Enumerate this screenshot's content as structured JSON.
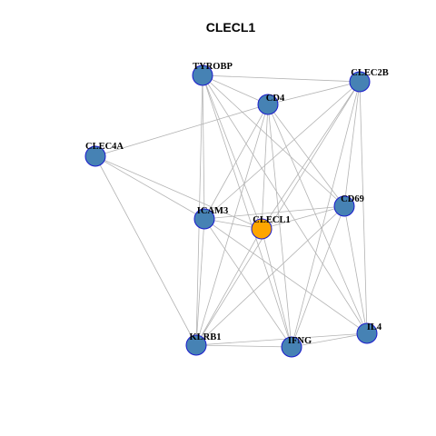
{
  "graph": {
    "title": "CLECL1",
    "colors": {
      "node_fill": "#4682b4",
      "focus_fill": "#ffa500",
      "node_border": "#1a1acc",
      "edge": "#b3b3b3",
      "background": "#ffffff"
    },
    "focus_node": "CLECL1",
    "nodes": [
      "TYROBP",
      "CLEC2B",
      "CD4",
      "CLEC4A",
      "CD69",
      "ICAM3",
      "CLECL1",
      "KLRB1",
      "IFNG",
      "IL4"
    ],
    "edges": [
      [
        "TYROBP",
        "CLEC2B"
      ],
      [
        "TYROBP",
        "CD4"
      ],
      [
        "TYROBP",
        "ICAM3"
      ],
      [
        "TYROBP",
        "CLECL1"
      ],
      [
        "TYROBP",
        "CD69"
      ],
      [
        "TYROBP",
        "KLRB1"
      ],
      [
        "TYROBP",
        "IFNG"
      ],
      [
        "TYROBP",
        "IL4"
      ],
      [
        "CLEC4A",
        "CD4"
      ],
      [
        "CLEC4A",
        "ICAM3"
      ],
      [
        "CLEC4A",
        "CLECL1"
      ],
      [
        "CLEC4A",
        "KLRB1"
      ],
      [
        "CLEC2B",
        "CD4"
      ],
      [
        "CLEC2B",
        "ICAM3"
      ],
      [
        "CLEC2B",
        "CLECL1"
      ],
      [
        "CLEC2B",
        "CD69"
      ],
      [
        "CLEC2B",
        "IFNG"
      ],
      [
        "CLEC2B",
        "IL4"
      ],
      [
        "CLEC2B",
        "KLRB1"
      ],
      [
        "CD4",
        "ICAM3"
      ],
      [
        "CD4",
        "CLECL1"
      ],
      [
        "CD4",
        "CD69"
      ],
      [
        "CD4",
        "KLRB1"
      ],
      [
        "CD4",
        "IFNG"
      ],
      [
        "CD4",
        "IL4"
      ],
      [
        "ICAM3",
        "CD69"
      ],
      [
        "ICAM3",
        "CLECL1"
      ],
      [
        "ICAM3",
        "KLRB1"
      ],
      [
        "ICAM3",
        "IFNG"
      ],
      [
        "ICAM3",
        "IL4"
      ],
      [
        "CLECL1",
        "CD69"
      ],
      [
        "CLECL1",
        "KLRB1"
      ],
      [
        "CLECL1",
        "IFNG"
      ],
      [
        "CD69",
        "KLRB1"
      ],
      [
        "CD69",
        "IFNG"
      ],
      [
        "CD69",
        "IL4"
      ],
      [
        "KLRB1",
        "IFNG"
      ],
      [
        "KLRB1",
        "IL4"
      ],
      [
        "IFNG",
        "IL4"
      ]
    ]
  }
}
